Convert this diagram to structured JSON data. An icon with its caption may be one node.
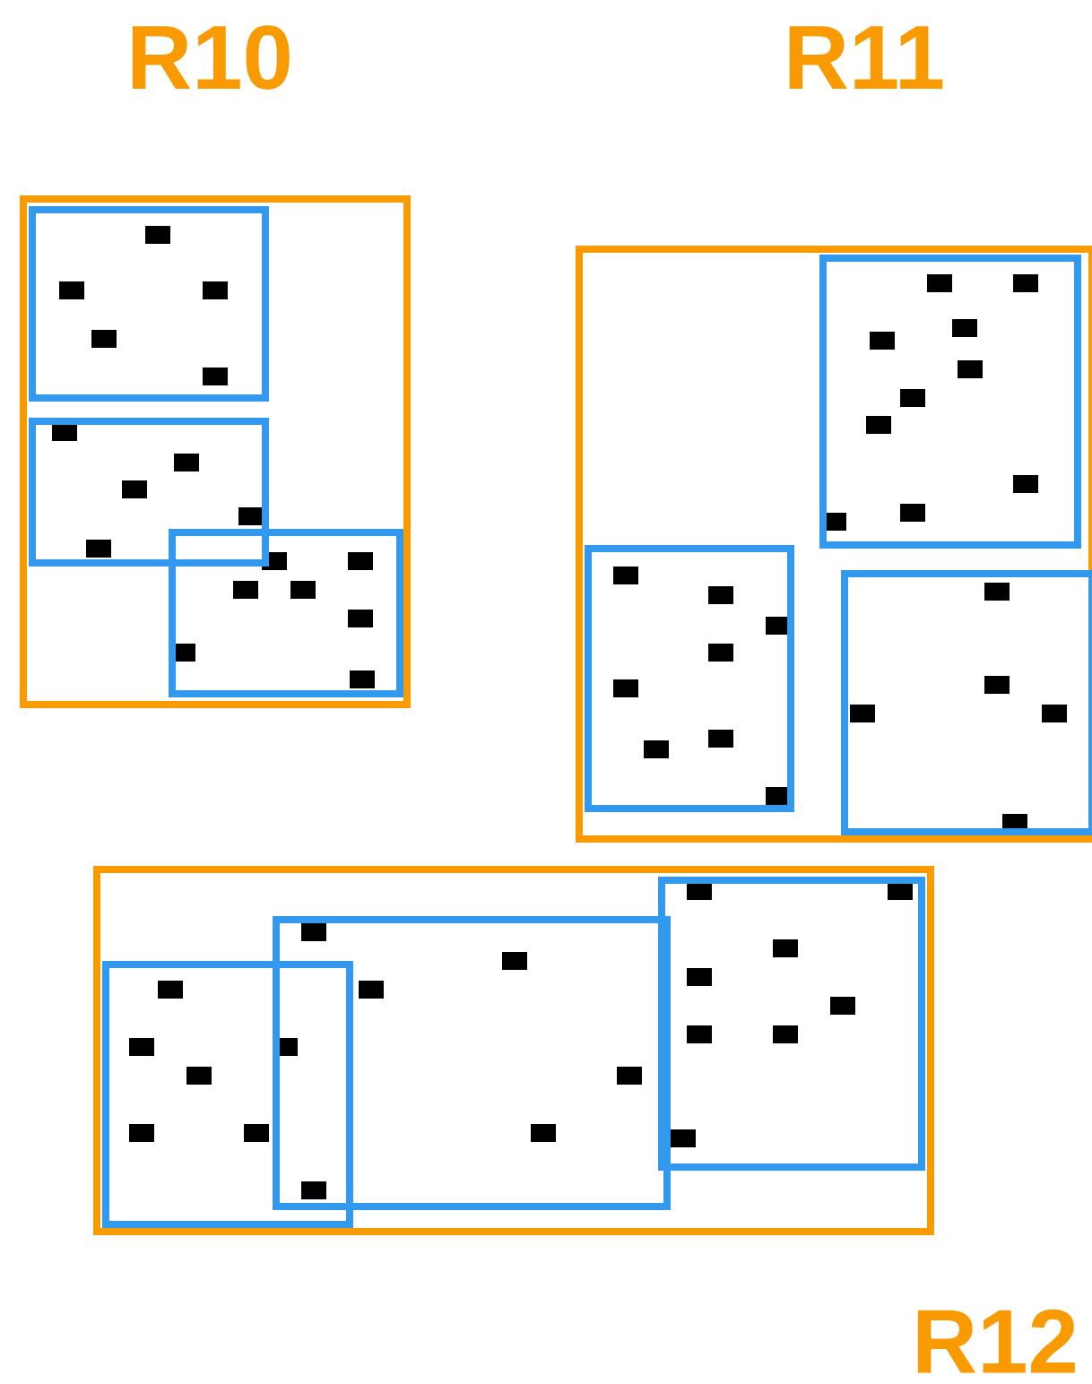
{
  "diagram": {
    "nodes": [
      {
        "text": [
          "R10"
        ]
      },
      {
        "text": [],
        "shape": "box",
        "in": 0
      },
      {
        "text": [],
        "shape": "box",
        "in": 0
      },
      {
        "text": [],
        "shape": "box",
        "in": 0
      },
      {
        "text": [
          "R11"
        ]
      },
      {
        "text": [],
        "shape": "box",
        "in": 4
      },
      {
        "text": [],
        "shape": "box",
        "in": 4
      },
      {
        "text": [],
        "shape": "box",
        "in": 4
      },
      {
        "text": [
          "R12"
        ]
      },
      {
        "text": [],
        "shape": "box",
        "in": 8
      },
      {
        "text": [],
        "shape": "box",
        "in": 8
      },
      {
        "text": [],
        "shape": "box",
        "in": 8
      }
    ]
  }
}
